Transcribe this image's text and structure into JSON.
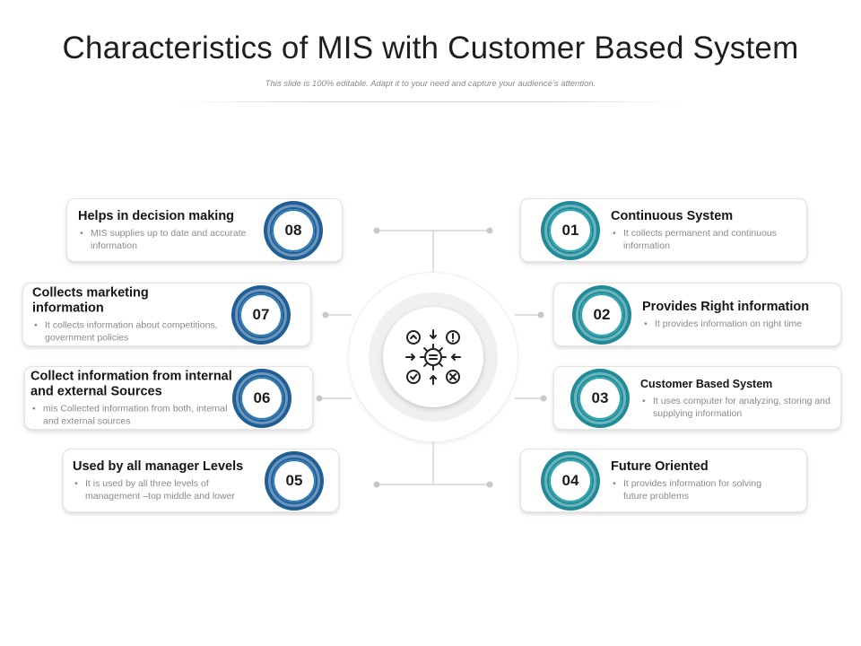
{
  "header": {
    "title": "Characteristics of MIS with Customer Based System",
    "subtitle": "This slide is 100% editable. Adapt it to your need and capture your audience’s attention."
  },
  "center": {
    "icon": "gear-hub-icon"
  },
  "items": [
    {
      "number": "01",
      "title": "Continuous System",
      "description": "It collects permanent and continuous information"
    },
    {
      "number": "02",
      "title": "Provides Right information",
      "description": "It provides information on right time"
    },
    {
      "number": "03",
      "title": "Customer Based System",
      "description": "It uses computer for analyzing, storing and supplying information"
    },
    {
      "number": "04",
      "title": "Future Oriented",
      "description": "It provides information for solving future problems"
    },
    {
      "number": "05",
      "title": "Used by all manager Levels",
      "description": "It is used by all three levels of management –top middle and lower"
    },
    {
      "number": "06",
      "title": "Collect information from internal and external Sources",
      "description": "mis Collected information from both, internal and external sources"
    },
    {
      "number": "07",
      "title": "Collects marketing information",
      "description": "It collects information about competitions, government policies"
    },
    {
      "number": "08",
      "title": "Helps in decision making",
      "description": "MIS supplies up to date and accurate information"
    }
  ],
  "colors": {
    "left_badge": "#1f5e96",
    "right_badge": "#1f8a98",
    "connector": "#cccccc"
  }
}
